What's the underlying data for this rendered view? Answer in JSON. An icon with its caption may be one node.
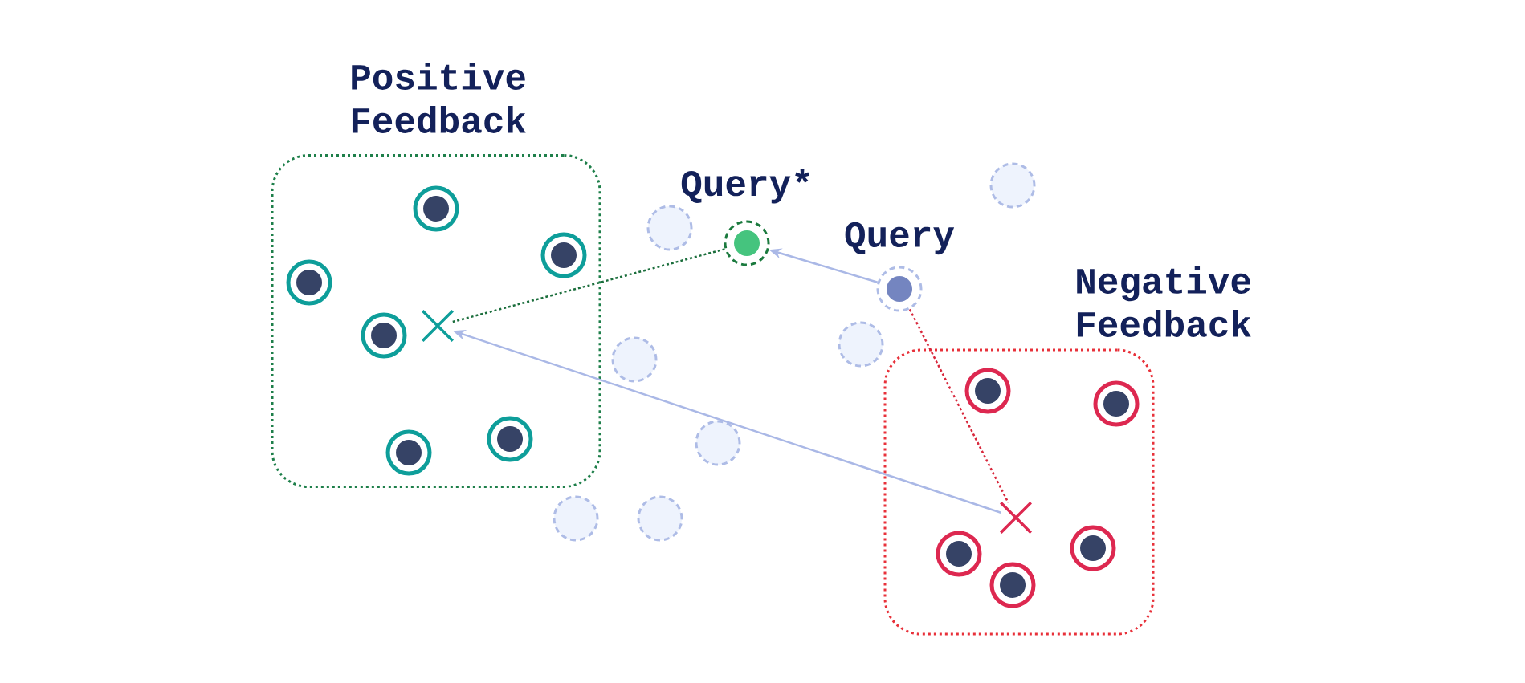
{
  "diagram": {
    "nodes": [
      {
        "text": [
          "Positive Feedback"
        ]
      },
      {
        "text": [],
        "shape": "circle",
        "in": 0
      },
      {
        "text": [],
        "shape": "circle",
        "in": 0
      },
      {
        "text": [],
        "shape": "circle",
        "in": 0
      },
      {
        "text": [],
        "shape": "circle",
        "in": 0
      },
      {
        "text": [],
        "shape": "circle",
        "in": 0
      },
      {
        "text": [],
        "shape": "circle",
        "in": 0
      },
      {
        "text": [],
        "shape": "cross",
        "in": 0
      },
      {
        "text": [
          "Query*"
        ]
      },
      {
        "text": [
          "Query"
        ]
      },
      {
        "text": [
          "Negative Feedback"
        ]
      },
      {
        "text": [],
        "shape": "circle",
        "in": 10
      },
      {
        "text": [],
        "shape": "circle",
        "in": 10
      },
      {
        "text": [],
        "shape": "circle",
        "in": 10
      },
      {
        "text": [],
        "shape": "circle",
        "in": 10
      },
      {
        "text": [],
        "shape": "circle",
        "in": 10
      },
      {
        "text": [],
        "shape": "cross",
        "in": 10
      },
      {
        "text": [],
        "shape": "circle"
      },
      {
        "text": [],
        "shape": "circle"
      },
      {
        "text": [],
        "shape": "circle"
      },
      {
        "text": [],
        "shape": "circle"
      },
      {
        "text": [],
        "shape": "circle"
      },
      {
        "text": [],
        "shape": "circle"
      },
      {
        "text": [],
        "shape": "circle"
      }
    ],
    "edges": [
      {
        "from": 9,
        "to": 8,
        "arrow": "to"
      },
      {
        "from": 8,
        "to": 7,
        "arrow": "none",
        "style": "dashed",
        "color": "#1b6e3c"
      },
      {
        "from": 9,
        "to": 16,
        "arrow": "none",
        "style": "dashed",
        "color": "#d8283c"
      },
      {
        "from": 16,
        "to": 7,
        "arrow": "to"
      }
    ]
  }
}
